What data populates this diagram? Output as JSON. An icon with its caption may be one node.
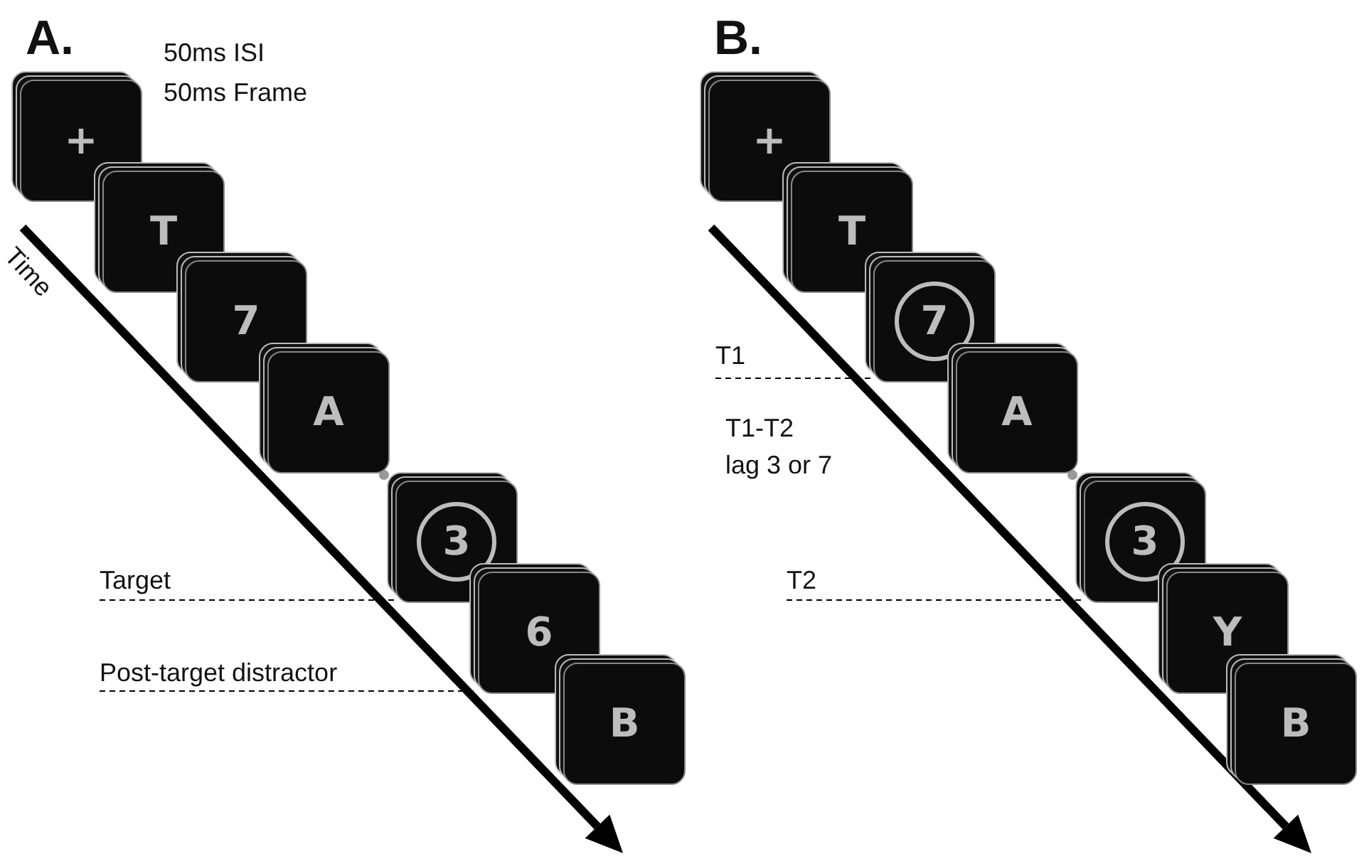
{
  "diagram": {
    "nodes": [
      {
        "text": [
          "+"
        ]
      },
      {
        "text": [
          "T"
        ]
      },
      {
        "text": [
          "7"
        ]
      },
      {
        "text": [
          "A"
        ]
      },
      {
        "text": [
          "3"
        ]
      },
      {
        "text": [
          "6"
        ]
      },
      {
        "text": [
          "B"
        ]
      },
      {
        "text": [
          "Target"
        ]
      },
      {
        "text": [
          "Post-target distractor"
        ]
      },
      {
        "text": [
          "+"
        ]
      },
      {
        "text": [
          "T"
        ]
      },
      {
        "text": [
          "7"
        ]
      },
      {
        "text": [
          "A"
        ]
      },
      {
        "text": [
          "3"
        ]
      },
      {
        "text": [
          "Y"
        ]
      },
      {
        "text": [
          "B"
        ]
      },
      {
        "text": [
          "T1"
        ]
      },
      {
        "text": [
          "T2"
        ]
      }
    ],
    "edges": [
      {
        "from": 7,
        "to": 4,
        "arrow": "none",
        "style": "dashed"
      },
      {
        "from": 8,
        "to": 5,
        "arrow": "none",
        "style": "dashed"
      },
      {
        "from": 16,
        "to": 11,
        "arrow": "none",
        "style": "dashed"
      },
      {
        "from": 17,
        "to": 13,
        "arrow": "none",
        "style": "dashed"
      }
    ],
    "labels": [
      "A.",
      "B.",
      "50ms ISI",
      "50ms Frame",
      "Time",
      "T1-T2 lag 3 or 7"
    ]
  }
}
